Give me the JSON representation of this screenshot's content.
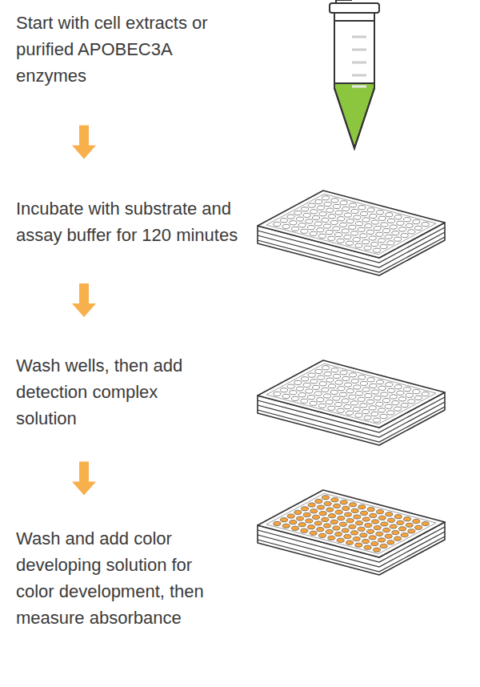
{
  "diagram": {
    "nodes": [
      {
        "text": [
          "Start with cell extracts or purified APOBEC3A enzymes"
        ]
      },
      {
        "text": [
          "Incubate with substrate and assay buffer for 120 minutes"
        ]
      },
      {
        "text": [
          "Wash wells, then add detection complex solution"
        ]
      },
      {
        "text": [
          "Wash and add color developing solution for color development, then measure absorbance"
        ]
      }
    ],
    "edges": [
      {
        "from": 0,
        "to": 1,
        "arrow": "to"
      },
      {
        "from": 1,
        "to": 2,
        "arrow": "to"
      },
      {
        "from": 2,
        "to": 3,
        "arrow": "to"
      }
    ]
  }
}
